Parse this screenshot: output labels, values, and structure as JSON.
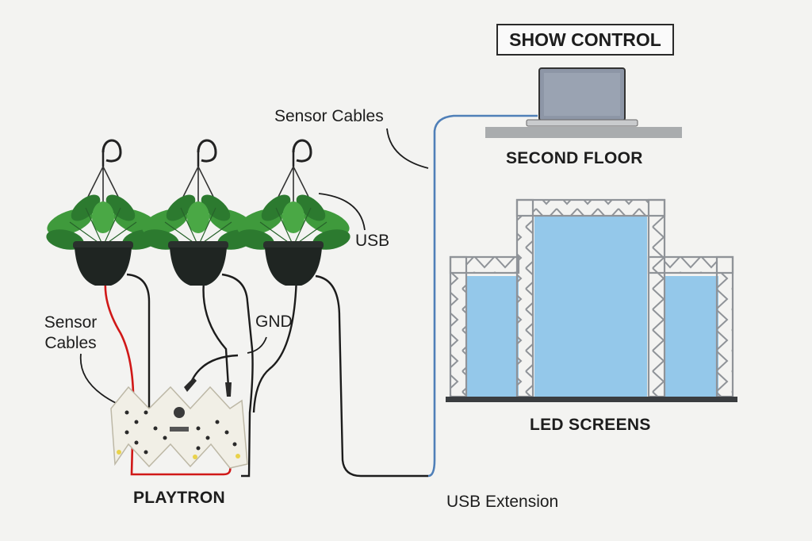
{
  "labels": {
    "show_control": "SHOW CONTROL",
    "second_floor": "SECOND FLOOR",
    "sensor_cables_top": "Sensor Cables",
    "usb": "USB",
    "gnd": "GND",
    "sensor_cables_left": "Sensor Cables",
    "led_screens": "LED SCREENS",
    "playtron": "PLAYTRON",
    "usb_extension": "USB Extension"
  },
  "colors": {
    "background": "#f3f3f1",
    "cable_black": "#1c1c1c",
    "cable_red": "#d01818",
    "cable_usb_blue": "#4f7fb8",
    "pot": "#1f2522",
    "leaf": "#3f9a3c",
    "leaf_dark": "#2c7a2f",
    "truss": "#8f9398",
    "screen": "#94c8ea",
    "board": "#f1efe6",
    "laptop_screen": "#8d96a6",
    "shelf": "#a9acae"
  },
  "icons": [
    "plant-icon",
    "hook-icon",
    "laptop-icon",
    "truss-icon",
    "playtron-board-icon"
  ]
}
